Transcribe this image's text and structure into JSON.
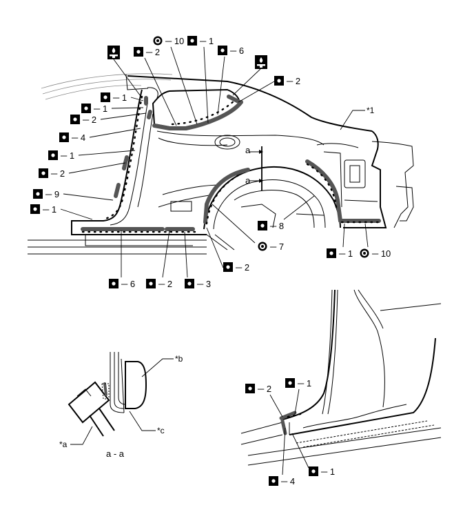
{
  "colors": {
    "ink": "#000000",
    "sealant": "#555555",
    "panel_lines": "#888888"
  },
  "icons": {
    "spot_weld": "square-with-white-dot-icon",
    "sealer_ring": "double-ring-icon",
    "sealer_gun": "sealer-nozzle-icon"
  },
  "labels": {
    "top_1": "─ 2",
    "top_2": "─ 10",
    "top_3": "─ 1",
    "top_4": "─ 6",
    "top_5": "─ 2",
    "left_1": "─ 1",
    "left_2": "─ 1",
    "left_3": "─ 2",
    "left_4": "─ 4",
    "left_5": "─ 1",
    "left_6": "─ 2",
    "left_7": "─ 9",
    "left_8": "─ 1",
    "bottom_1": "─ 6",
    "bottom_2": "─ 2",
    "bottom_3": "─ 3",
    "bottom_4": "─ 2",
    "mid_1": "─ 8",
    "mid_2": "─ 7",
    "right_1": "─ 1",
    "right_2": "─ 10",
    "inset_1": "─ 2",
    "inset_2": "─ 1",
    "inset_3": "─ 4",
    "inset_4": "─ 1"
  },
  "callouts": {
    "star_1": "*1",
    "star_a": "*a",
    "star_b": "*b",
    "star_c": "*c"
  },
  "section": {
    "marker_a_top": "a",
    "marker_a_bottom": "a",
    "caption": "a - a"
  }
}
